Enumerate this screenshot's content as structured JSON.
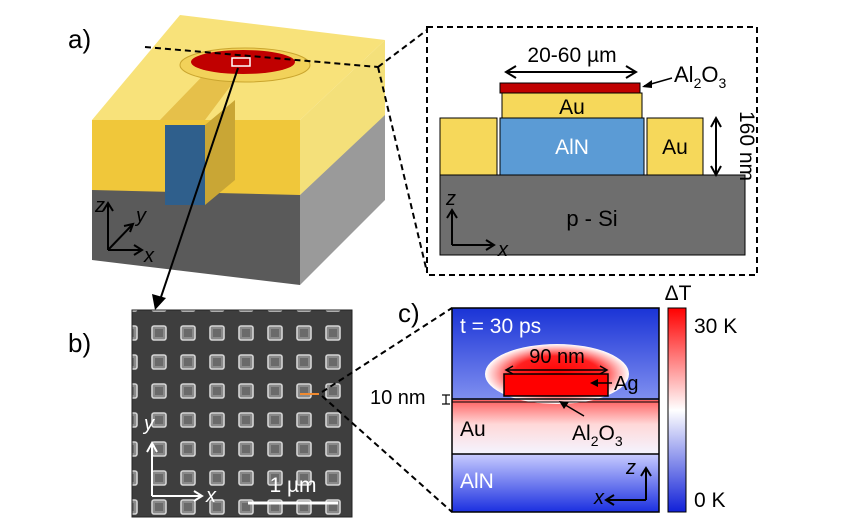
{
  "panel_a": {
    "label": "a)",
    "axes": {
      "z": "z",
      "y": "y",
      "x": "x"
    }
  },
  "inset_a": {
    "width_label": "20-60 µm",
    "oxide_label": "Al",
    "oxide_sub": "2",
    "oxide_tail": "O",
    "oxide_sub2": "3",
    "au_top": "Au",
    "aln": "AlN",
    "au_side": "Au",
    "height_label": "160 nm",
    "substrate": "p - Si",
    "axes": {
      "z": "z",
      "x": "x"
    }
  },
  "panel_b": {
    "label": "b)",
    "scale_bar": "1 µm",
    "axes": {
      "y": "y",
      "x": "x"
    }
  },
  "panel_c": {
    "label": "c)",
    "time_label": "t = 30 ps",
    "size_label": "90 nm",
    "ag_label": "Ag",
    "gap_label": "10 nm",
    "au_label": "Au",
    "oxide_label": "Al",
    "oxide_sub": "2",
    "oxide_tail": "O",
    "oxide_sub2": "3",
    "aln_label": "AlN",
    "axes": {
      "z": "z",
      "x": "x"
    },
    "colorbar": {
      "title": "ΔT",
      "max": "30 K",
      "min": "0 K"
    }
  },
  "colors": {
    "gold": "#f6d85a",
    "gold_dark": "#d9b43a",
    "aln_blue": "#5b9bd5",
    "silicon": "#6e6e6e",
    "alumina_red": "#c00000",
    "heat_red": "#ff0000",
    "cold_blue": "#1a33d6"
  }
}
